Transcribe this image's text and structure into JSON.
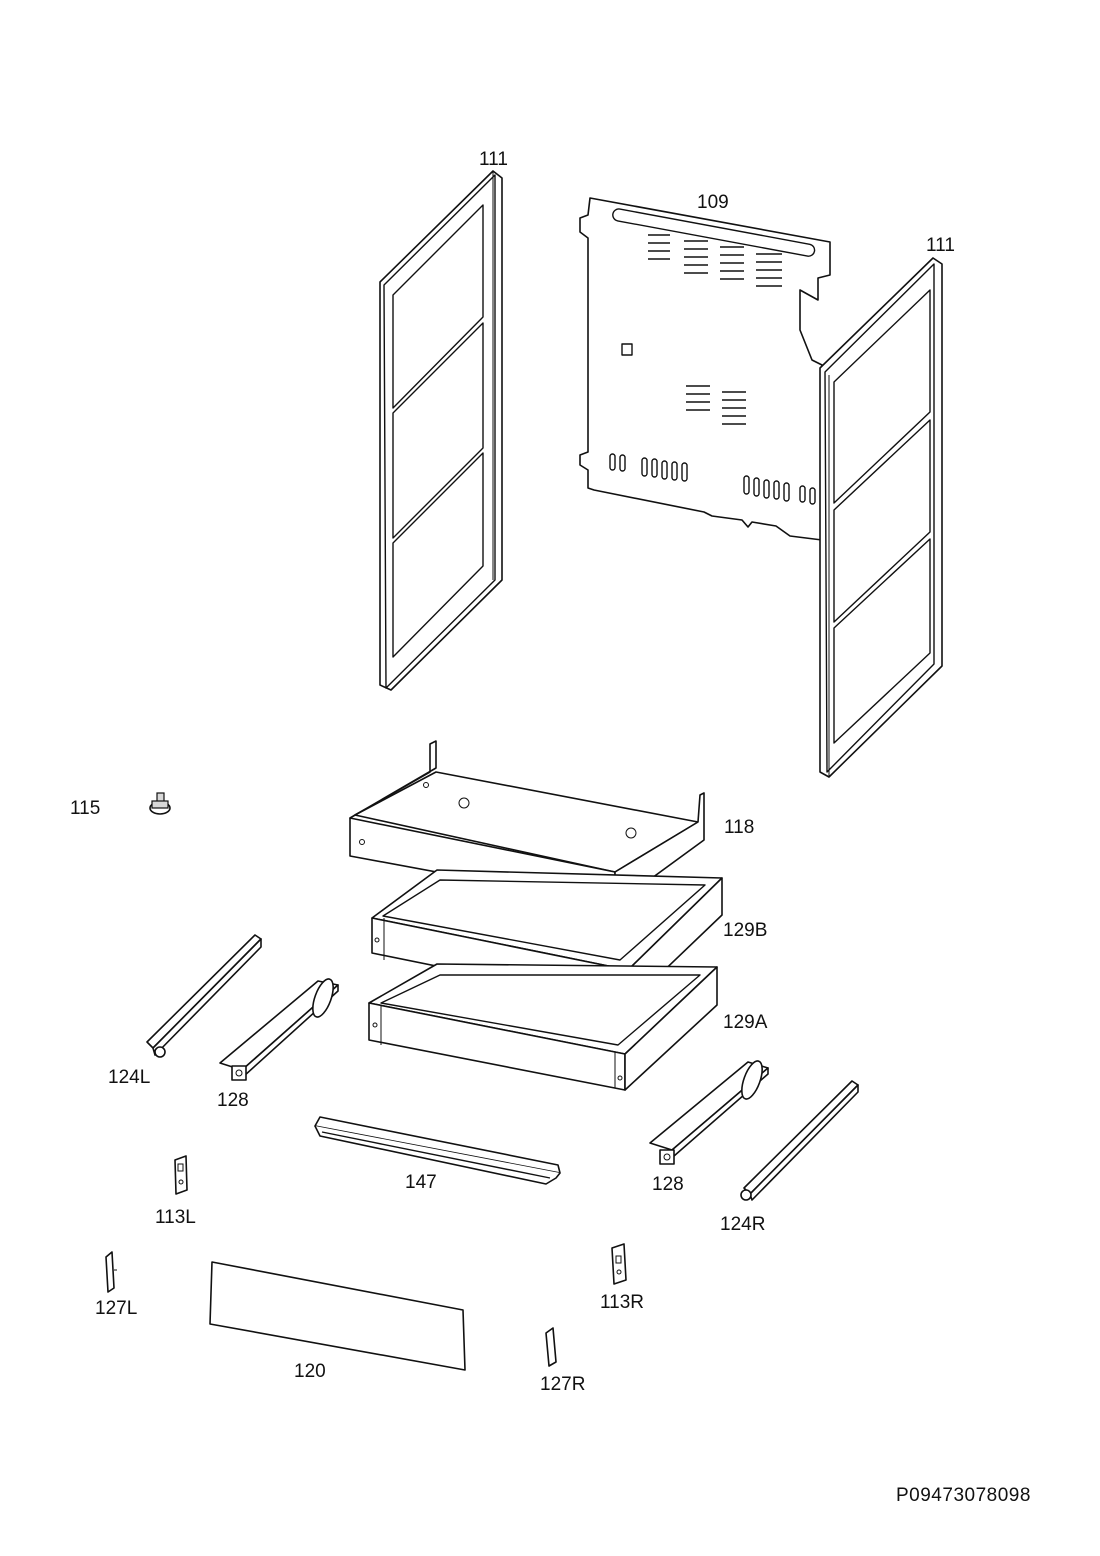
{
  "diagram": {
    "part_labels": {
      "side_panel_left": "111",
      "back_panel": "109",
      "side_panel_right": "111",
      "foot": "115",
      "drawer_tray": "118",
      "drawer_box_upper": "129B",
      "drawer_box_lower": "129A",
      "rail_left": "124L",
      "runner_left": "128",
      "handle": "147",
      "runner_right": "128",
      "bracket_left": "113L",
      "rail_right": "124R",
      "end_cap_left": "127L",
      "bracket_right": "113R",
      "front_panel": "120",
      "end_cap_right": "127R"
    },
    "drawing_number": "P09473078098"
  }
}
